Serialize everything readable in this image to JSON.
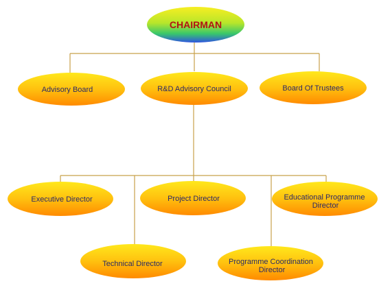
{
  "org_chart": {
    "root": {
      "label": "CHAIRMAN"
    },
    "level1": [
      {
        "label": "Advisory Board"
      },
      {
        "label": "R&D Advisory Council"
      },
      {
        "label": "Board Of Trustees"
      }
    ],
    "level2": [
      {
        "label": "Executive Director"
      },
      {
        "label": "Project Director"
      },
      {
        "label": "Educational Programme Director",
        "lines": [
          "Educational Programme",
          "Director"
        ]
      },
      {
        "label": "Technical Director"
      },
      {
        "label": "Programme Coordination Director",
        "lines": [
          "Programme Coordination",
          "Director"
        ]
      }
    ],
    "colors": {
      "connector": "#c8a04a",
      "root_fill": [
        "#f5f226",
        "#47d63b",
        "#2f55e0"
      ],
      "node_fill": [
        "#ffe21c",
        "#ff8c00"
      ],
      "root_text": "#b11414",
      "node_text": "#2a2a66"
    }
  }
}
